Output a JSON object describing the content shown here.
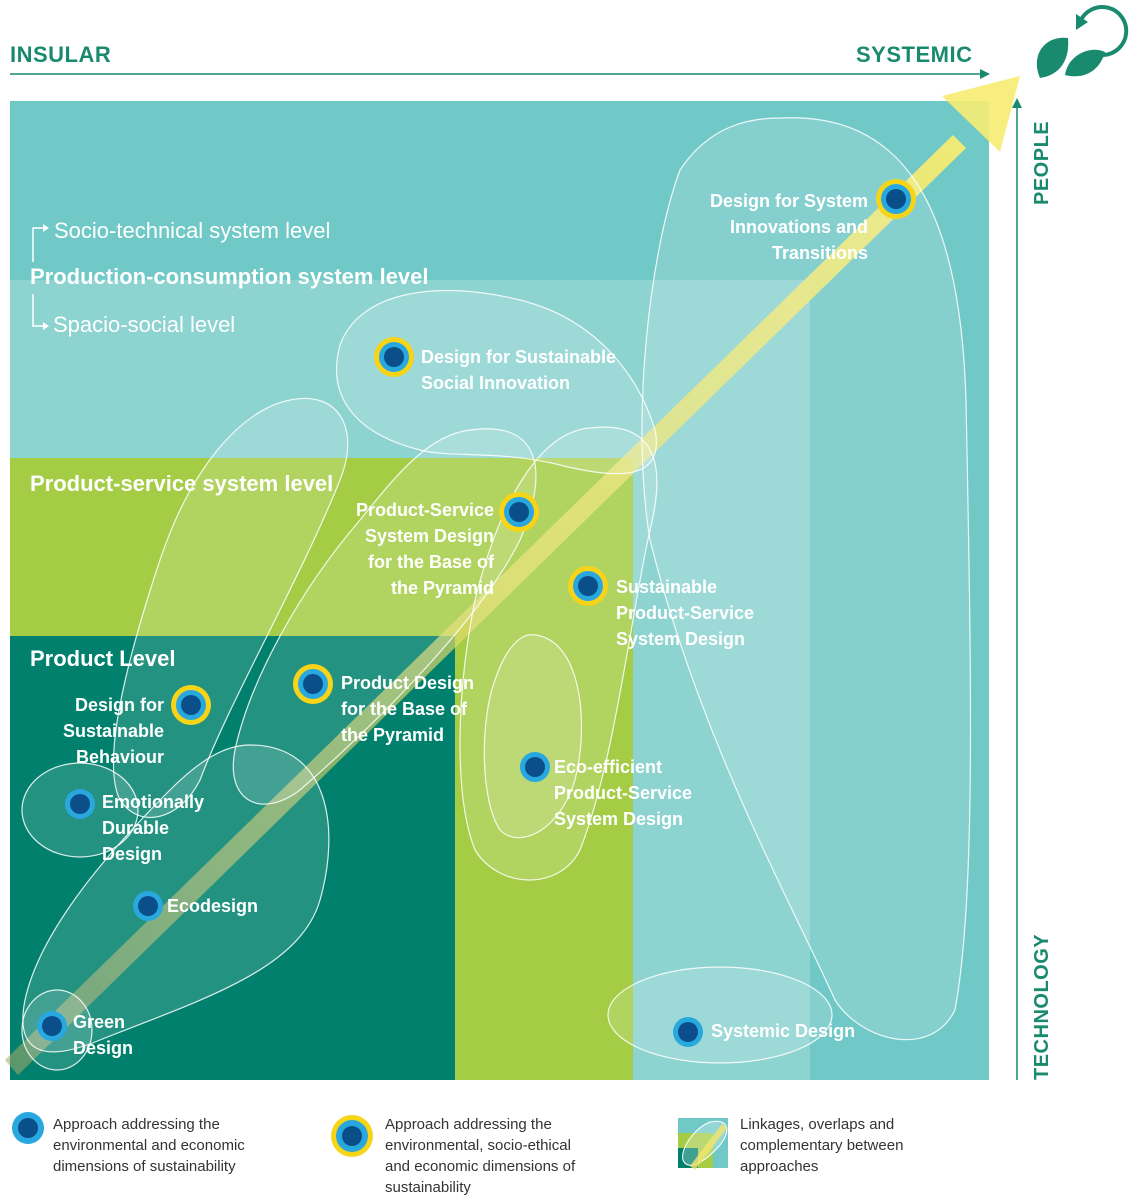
{
  "axes": {
    "top_left": "INSULAR",
    "top_right": "SYSTEMIC",
    "side_top": "PEOPLE",
    "side_bottom": "TECHNOLOGY"
  },
  "levels": {
    "socio_technical": "Socio-technical system level",
    "production_consumption": "Production-consumption system level",
    "spacio_social": "Spacio-social level",
    "product_service": "Product-service system level",
    "product": "Product Level"
  },
  "approaches": {
    "system_innovations": "Design for System\nInnovations and\nTransitions",
    "social_innovation": "Design for Sustainable\nSocial Innovation",
    "pss_bop": "Product-Service\nSystem Design\nfor the Base of\nthe Pyramid",
    "sustainable_pss": "Sustainable\nProduct-Service\nSystem Design",
    "product_bop": "Product Design\nfor the Base of\nthe Pyramid",
    "sustainable_behaviour": "Design for\nSustainable\nBehaviour",
    "emotionally_durable": "Emotionally\nDurable\nDesign",
    "eco_efficient_pss": "Eco-efficient\nProduct-Service\nSystem Design",
    "ecodesign": "Ecodesign",
    "green_design": "Green\nDesign",
    "systemic_design": "Systemic Design"
  },
  "legend": {
    "env_econ": "Approach addressing the\nenvironmental and economic\ndimensions of sustainability",
    "env_socio_econ": "Approach addressing the\nenvironmental, socio-ethical\nand economic dimensions of\nsustainability",
    "linkages": "Linkages, overlaps and\ncomplementary between\napproaches"
  },
  "colors": {
    "teal_dark": "#00806d",
    "lime": "#a5cc45",
    "cyan": "#71c9c7",
    "cyan_light": "#8dd3d0",
    "axis": "#1a8a6e",
    "dot_outer_blue": "#29a8e0",
    "dot_inner": "#0b4f8a",
    "dot_yellow": "#f7d417",
    "arrow": "#f2e56b"
  }
}
